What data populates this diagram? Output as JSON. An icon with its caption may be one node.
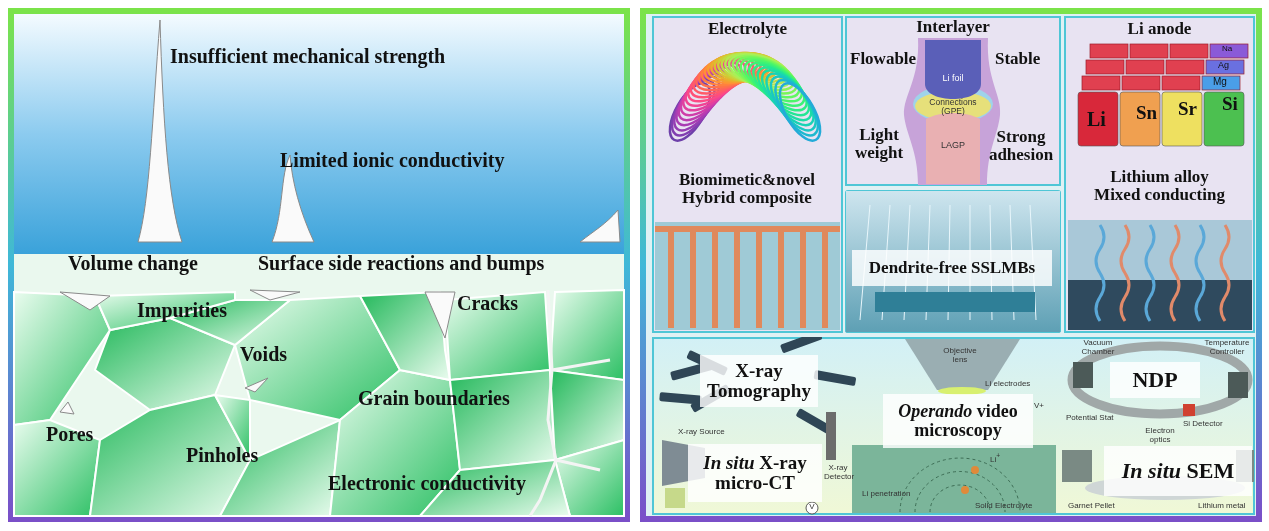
{
  "diagram": {
    "nodes": [
      {
        "text": [
          "Insufficient mechanical strength",
          "Limited ionic conductivity",
          "Impurities",
          "Cracks",
          "Voids",
          "Grain boundaries",
          "Pores",
          "Pinholes",
          "Electronic conductivity"
        ]
      },
      {
        "text": [
          "Volume change",
          "Surface side reactions and bumps"
        ],
        "in": 0
      },
      {
        "text": [],
        "shape": "box"
      },
      {
        "text": [
          "Electrolyte",
          "Biomimetic&novel Hybrid composite"
        ],
        "in": 2
      },
      {
        "text": [
          "Interlayer",
          "Flowable",
          "Stable",
          "Light weight",
          "Strong adhesion",
          "Li foil",
          "Connections (GPE)",
          "LAGP"
        ],
        "in": 2
      },
      {
        "text": [
          "Li anode",
          "Na",
          "Ag",
          "Mg",
          "Li",
          "Sn",
          "Sr",
          "Si",
          "Lithium alloy Mixed conducting"
        ],
        "in": 2
      },
      {
        "text": [],
        "shape": "picture",
        "in": 2
      },
      {
        "text": [
          "Dendrite-free SSLMBs"
        ],
        "in": 6
      },
      {
        "text": [],
        "shape": "box",
        "in": 2
      },
      {
        "text": [
          "X-ray Tomography"
        ],
        "in": 8
      },
      {
        "text": [
          "*In situ* X-ray micro-CT"
        ],
        "in": 8
      },
      {
        "text": [
          "*Operando* video microscopy"
        ],
        "in": 8
      },
      {
        "text": [
          "NDP"
        ],
        "in": 8
      },
      {
        "text": [
          "*In situ* SEM"
        ],
        "in": 8
      }
    ],
    "labels": [
      "X-ray Source",
      "V",
      "X-ray Detector",
      "Objective lens",
      "Li electrodes",
      "V+",
      "Li$^{+}$",
      "Li penetration",
      "Solid Electrolyte",
      "Vacuum Chamber",
      "Temperature Controller",
      "Potential Stat",
      "Si Detector",
      "Electron optics",
      "Garnet Pellet",
      "Lithium metal"
    ]
  }
}
